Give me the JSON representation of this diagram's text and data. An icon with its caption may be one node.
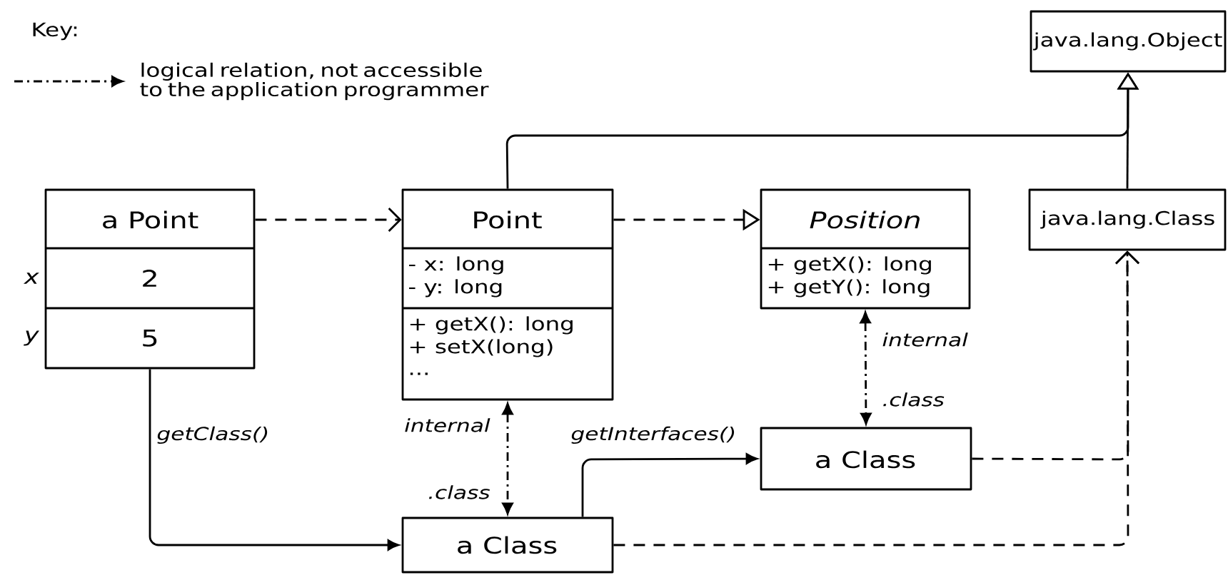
{
  "diagram": {
    "nodes": [
      {
        "text": [
          "a Point",
          "2",
          "5"
        ],
        "beside": [
          "x",
          "y"
        ]
      },
      {
        "text": [
          "Point",
          "- x: long",
          "- y: long",
          "+ getX(): long",
          "+ setX(long)",
          "..."
        ]
      },
      {
        "text": [
          "Position",
          "+ getX(): long",
          "+ getY(): long"
        ]
      },
      {
        "text": [
          "java.lang.Object"
        ]
      },
      {
        "text": [
          "java.lang.Class"
        ]
      },
      {
        "text": [
          "a Class"
        ]
      },
      {
        "text": [
          "a Class"
        ]
      }
    ],
    "edges": [
      {
        "from": 0,
        "to": 1,
        "arrow": "to",
        "style": "dashed"
      },
      {
        "from": 1,
        "to": 2,
        "arrow": "to",
        "style": "dashed"
      },
      {
        "from": 1,
        "to": 3,
        "arrow": "to"
      },
      {
        "from": 4,
        "to": 3,
        "arrow": "to"
      },
      {
        "from": 0,
        "to": 5,
        "arrow": "to",
        "label": "getClass()"
      },
      {
        "from": 1,
        "to": 5,
        "arrow": "both",
        "style": "dashed",
        "label": "internal"
      },
      {
        "from": 5,
        "to": 6,
        "arrow": "to",
        "label": "getInterfaces()"
      },
      {
        "from": 2,
        "to": 6,
        "arrow": "both",
        "style": "dashed",
        "label": "internal"
      },
      {
        "from": 6,
        "to": 4,
        "arrow": "to",
        "style": "dashed"
      },
      {
        "from": 5,
        "to": 4,
        "arrow": "to",
        "style": "dashed"
      }
    ],
    "labels": [
      "Key:",
      ".class",
      ".class"
    ],
    "legend": [
      {
        "text": "logical relation, not accessible to the application programmer"
      }
    ]
  }
}
